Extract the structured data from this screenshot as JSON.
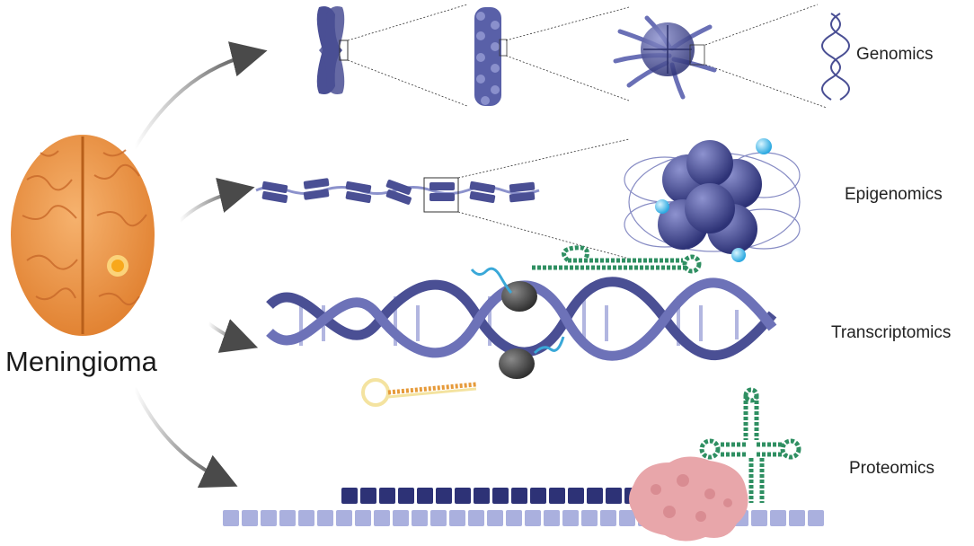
{
  "main": {
    "label": "Meningioma"
  },
  "omics": [
    {
      "key": "genomics",
      "label": "Genomics"
    },
    {
      "key": "epigenomics",
      "label": "Epigenomics"
    },
    {
      "key": "transcriptomics",
      "label": "Transcriptomics"
    },
    {
      "key": "proteomics",
      "label": "Proteomics"
    }
  ],
  "colors": {
    "dna": "#4a4f94",
    "dna_light": "#9fa4d4",
    "brain": "#f2a25a",
    "tumor": "#f8b63a",
    "rna_green": "#2f8f62",
    "rna_orange": "#e69a3a",
    "rna_cyan": "#3aa8d8",
    "protein": "#e8a6aa",
    "arrow": "#555555"
  },
  "icons": [
    "brain-icon",
    "chromosome-icon",
    "chromatin-icon",
    "nucleosome-icon",
    "dna-helix-icon",
    "rna-polymerase-icon",
    "trna-icon",
    "ribosome-protein-icon"
  ]
}
